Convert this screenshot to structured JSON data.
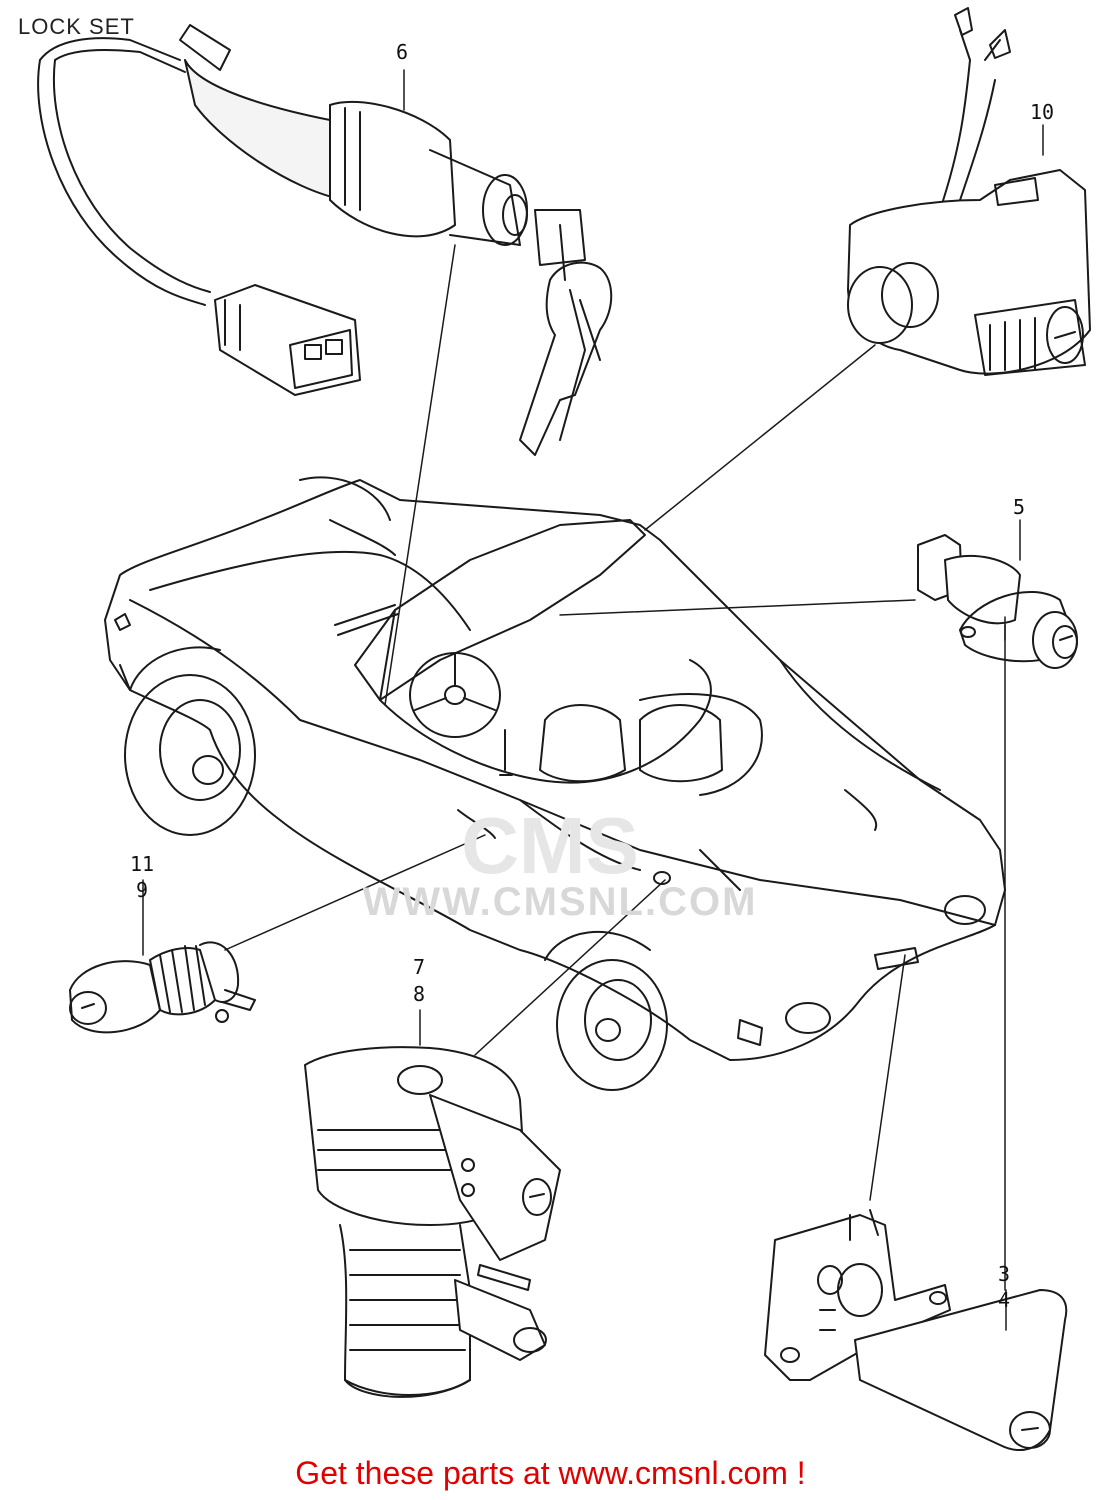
{
  "header": {
    "title": "LOCK SET"
  },
  "watermark": {
    "brand": "CMS",
    "url": "WWW.CMSNL.COM"
  },
  "callouts": {
    "c6": "6",
    "c10": "10",
    "c5": "5",
    "c11": "11",
    "c9": "9",
    "c7": "7",
    "c8": "8",
    "c3": "3",
    "c4": "4"
  },
  "footer": {
    "text": "Get these parts at www.cmsnl.com !"
  },
  "colors": {
    "footer": "#e00000",
    "line": "#1a1a1a"
  }
}
